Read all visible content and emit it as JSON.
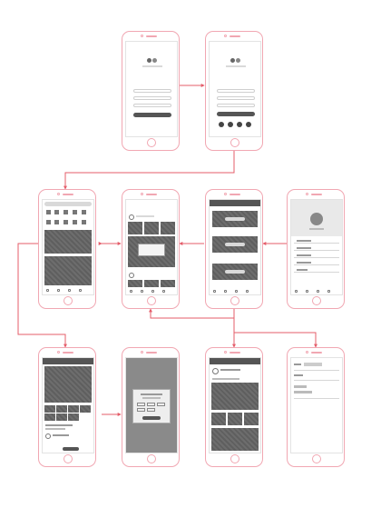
{
  "diagram": {
    "type": "wireframe-flow",
    "screens": [
      {
        "id": "login"
      },
      {
        "id": "login-code"
      },
      {
        "id": "home"
      },
      {
        "id": "discover"
      },
      {
        "id": "activities"
      },
      {
        "id": "profile"
      },
      {
        "id": "product-detail"
      },
      {
        "id": "popup-dialog"
      },
      {
        "id": "feed-detail"
      },
      {
        "id": "order-form"
      }
    ],
    "edges": [
      {
        "from": "login",
        "to": "login-code"
      },
      {
        "from": "login-code",
        "to": "home"
      },
      {
        "from": "home",
        "to": "discover"
      },
      {
        "from": "activities",
        "to": "discover"
      },
      {
        "from": "profile",
        "to": "activities"
      },
      {
        "from": "home",
        "to": "product-detail"
      },
      {
        "from": "product-detail",
        "to": "popup-dialog"
      },
      {
        "from": "activities",
        "to": "feed-detail"
      },
      {
        "from": "activities",
        "to": "order-form"
      }
    ],
    "colors": {
      "connector": "#e45d6a",
      "phone_outline": "#f1a7b2",
      "wire_dark": "#555555",
      "wire_mid": "#777777",
      "wire_light": "#d9d9d9"
    }
  }
}
